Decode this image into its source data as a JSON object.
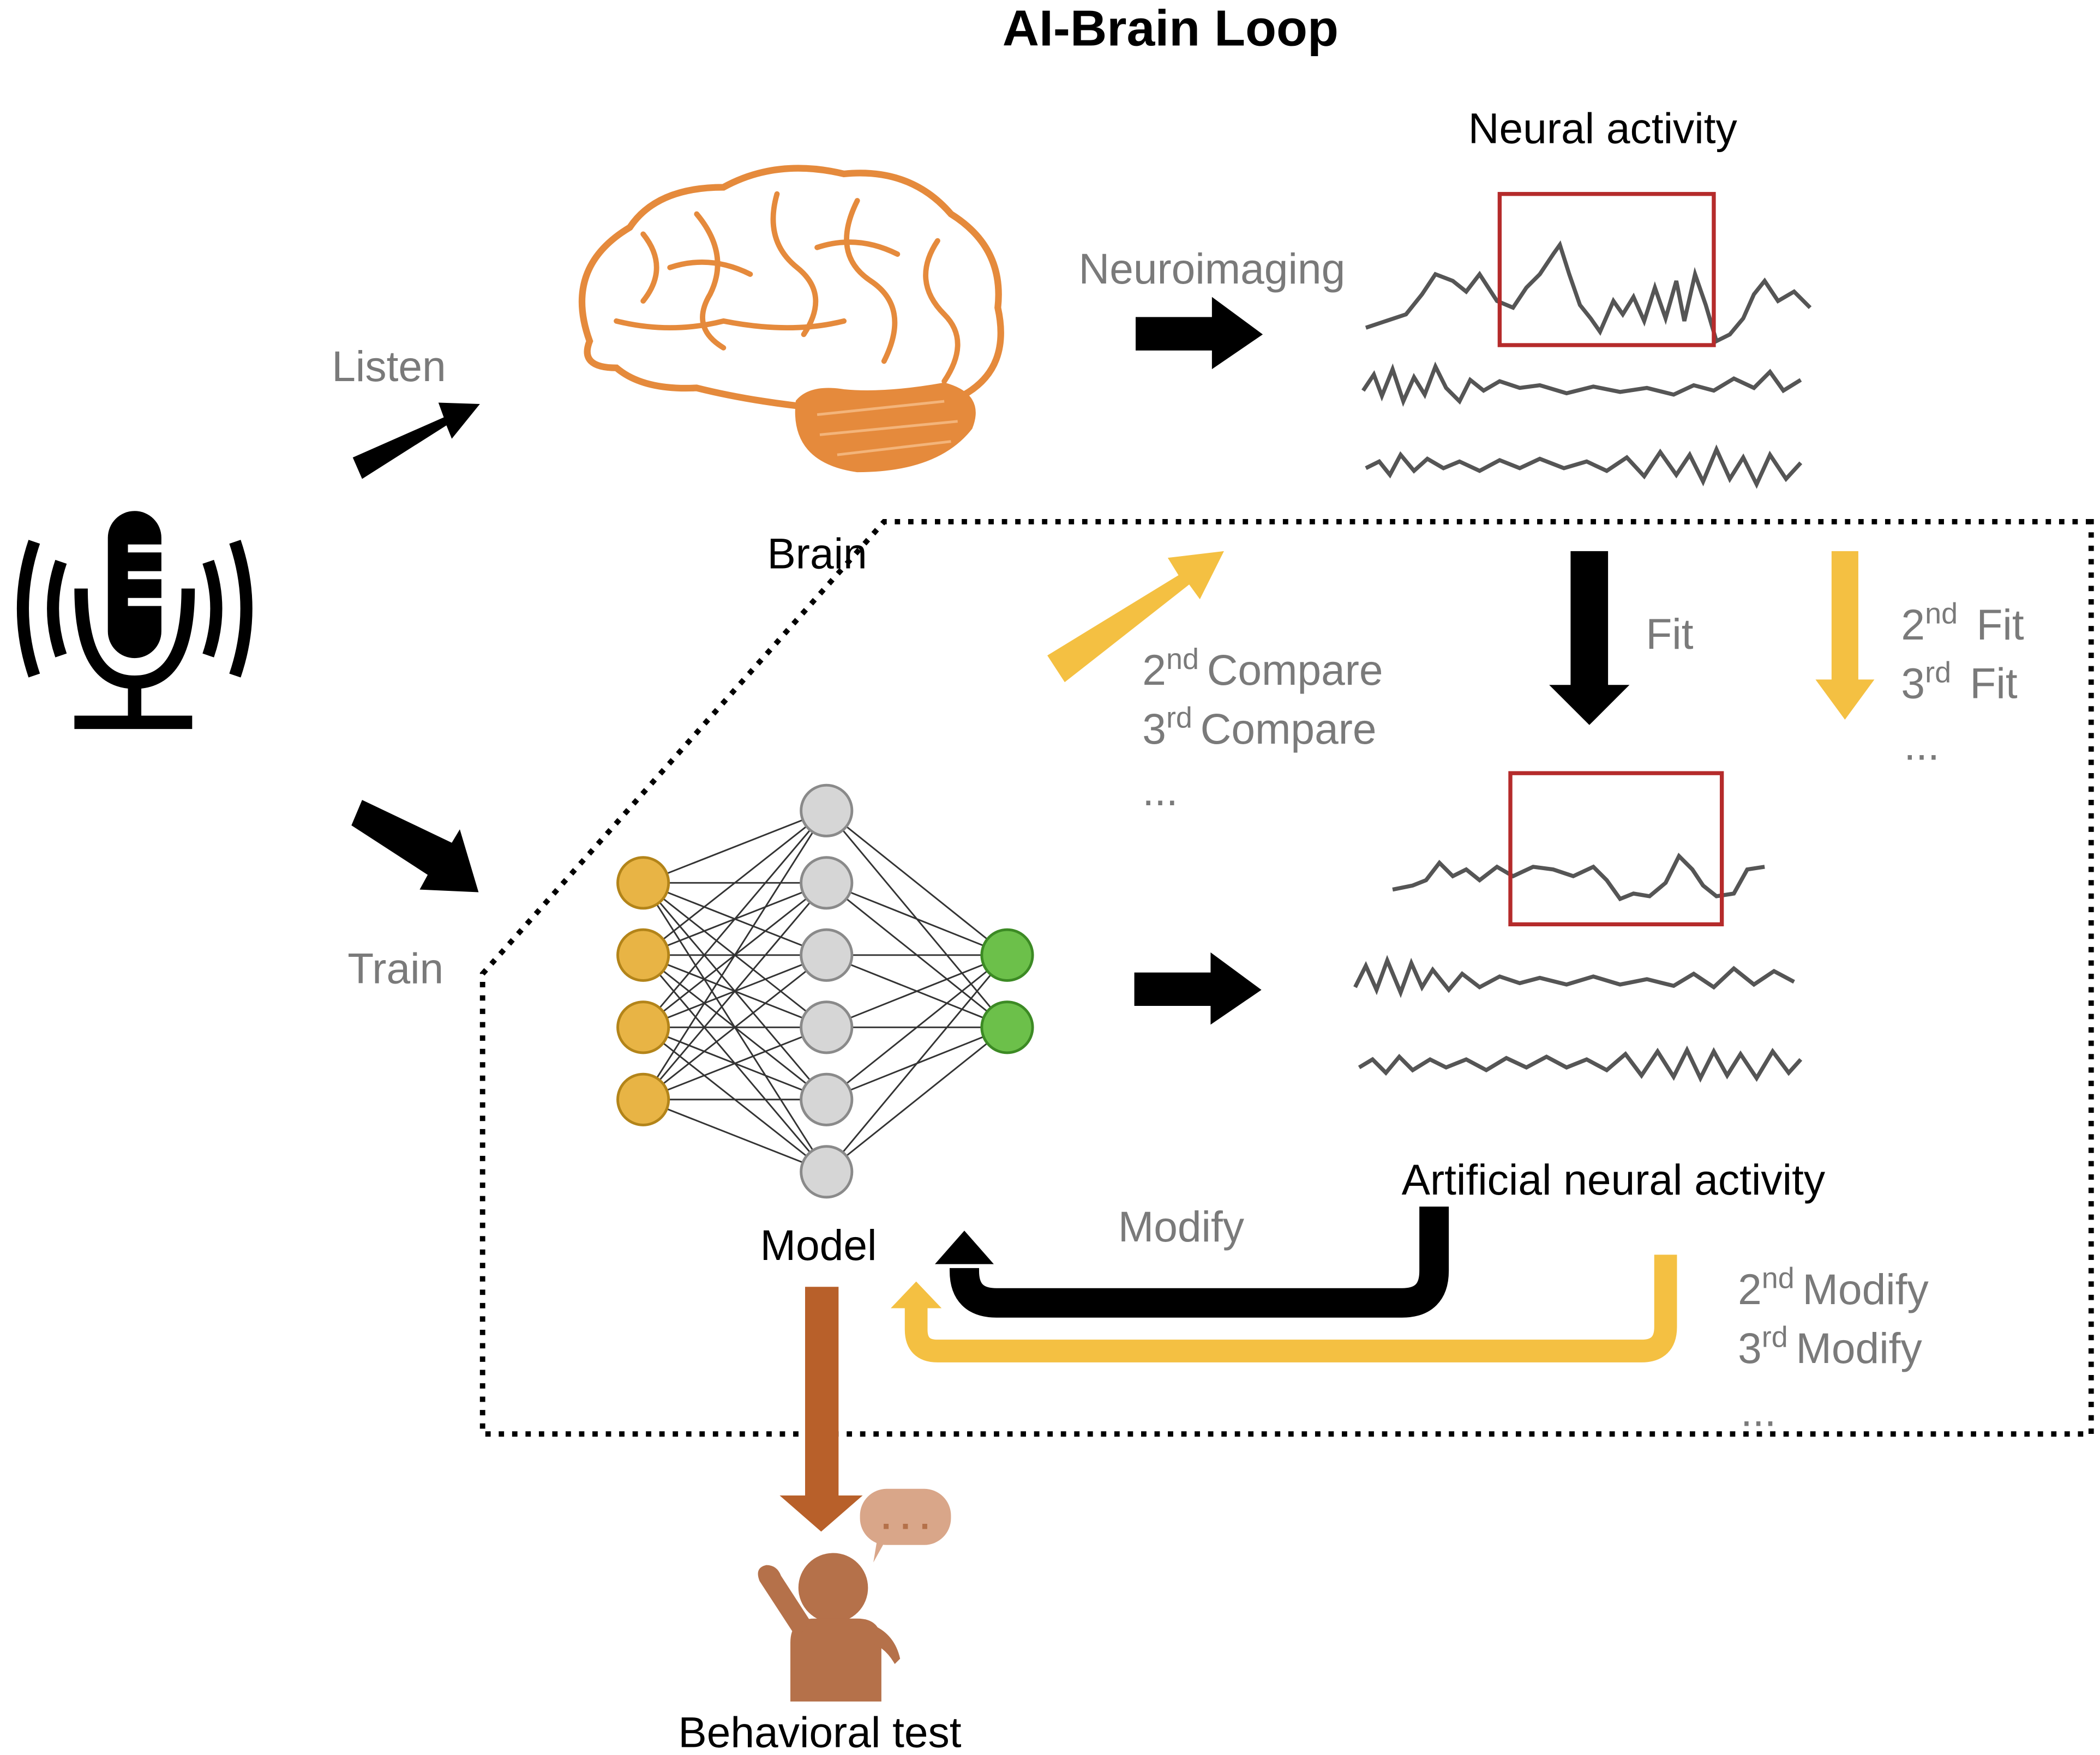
{
  "title": "AI-Brain Loop",
  "labels": {
    "listen": "Listen",
    "train": "Train",
    "brain": "Brain",
    "neuroimaging": "Neuroimaging",
    "neural_activity": "Neural activity",
    "fit": "Fit",
    "fit_more_lines": [
      {
        "num": "2",
        "sup": "nd",
        "text": "Fit"
      },
      {
        "num": "3",
        "sup": "rd",
        "text": "Fit"
      }
    ],
    "fit_ellipsis": "...",
    "compare_lines": [
      {
        "num": "2",
        "sup": "nd",
        "text": "Compare"
      },
      {
        "num": "3",
        "sup": "rd",
        "text": "Compare"
      }
    ],
    "compare_ellipsis": "...",
    "model": "Model",
    "artificial_neural_activity": "Artificial neural activity",
    "modify": "Modify",
    "modify_more_lines": [
      {
        "num": "2",
        "sup": "nd",
        "text": "Modify"
      },
      {
        "num": "3",
        "sup": "rd",
        "text": "Modify"
      }
    ],
    "modify_ellipsis": "...",
    "behavioral_test": "Behavioral test",
    "speech_bubble": ". . ."
  },
  "colors": {
    "black": "#000000",
    "grey_text": "#7a7a7a",
    "gold": "#f4c042",
    "brown": "#b8602a",
    "brain_orange": "#e58a3c",
    "input_node": "#e8b445",
    "hidden_node": "#d6d6d6",
    "output_node": "#6cc04a",
    "highlight_box": "#b52b2b",
    "person": "#b5714a",
    "bubble": "#d9a689"
  },
  "network": {
    "layers": [
      4,
      6,
      2
    ]
  }
}
